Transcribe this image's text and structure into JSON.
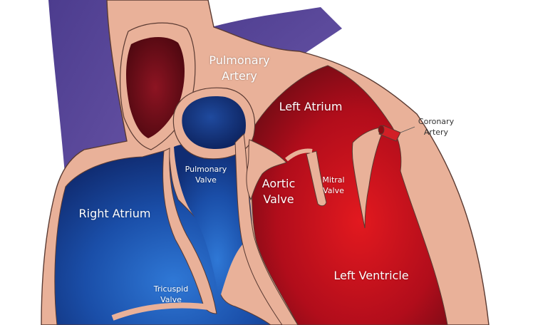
{
  "labels": {
    "pulmonary_artery": [
      "Pulmonary",
      "Artery"
    ],
    "left_atrium": [
      "Left Atrium"
    ],
    "pulmonary_valve": [
      "Pulmonary",
      "Valve"
    ],
    "aortic_valve": [
      "Aortic",
      "Valve"
    ],
    "mitral_valve": [
      "Mitral",
      "Valve"
    ],
    "right_atrium": [
      "Right Atrium"
    ],
    "left_ventricle": [
      "Left Ventricle"
    ],
    "tricuspid_valve": [
      "Tricuspid",
      "Valve"
    ],
    "coronary_artery": [
      "Coronary",
      "Artery"
    ]
  },
  "colors": {
    "tissue": "#e9b199",
    "tissue_edge": "#5a3a32",
    "deoxygenated_vessel": "#5b479a",
    "right_chamber": "#1a4ea8",
    "left_chamber": "#c10d1a",
    "aorta_inner": "#6e0d18",
    "pulmonary_root": "#13307a"
  }
}
